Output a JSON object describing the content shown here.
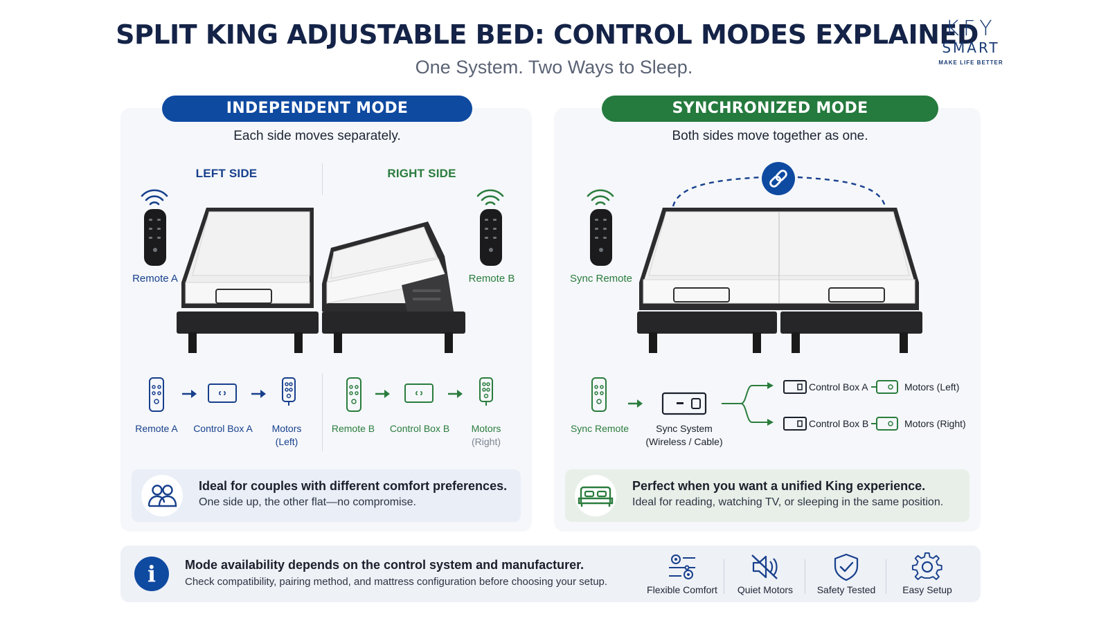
{
  "header": {
    "title": "SPLIT KING ADJUSTABLE BED: CONTROL MODES EXPLAINED",
    "subtitle": "One System. Two Ways to Sleep."
  },
  "logo": {
    "line1": "KFY",
    "line2": "SMART",
    "tagline": "MAKE LIFE BETTER"
  },
  "independent": {
    "title": "INDEPENDENT MODE",
    "description": "Each side moves separately.",
    "left_label": "LEFT SIDE",
    "right_label": "RIGHT SIDE",
    "remote_a": "Remote A",
    "remote_b": "Remote B",
    "flow_left": [
      {
        "label": "Remote A"
      },
      {
        "label": "Control Box A"
      },
      {
        "label": "Motors",
        "sub": "(Left)"
      }
    ],
    "flow_right": [
      {
        "label": "Remote B"
      },
      {
        "label": "Control Box B"
      },
      {
        "label": "Motors",
        "sub": "(Right)"
      }
    ],
    "info_title": "Ideal for couples with different comfort preferences.",
    "info_sub": "One side up, the other flat—no compromise."
  },
  "synchronized": {
    "title": "SYNCHRONIZED MODE",
    "description": "Both sides move together as one.",
    "remote": "Sync Remote",
    "flow": {
      "remote": "Sync Remote",
      "system": "Sync System",
      "system_sub": "(Wireless / Cable)",
      "box_a": "Control Box A",
      "box_b": "Control Box B",
      "motors_left": "Motors (Left)",
      "motors_right": "Motors (Right)"
    },
    "info_title": "Perfect when you want a unified King experience.",
    "info_sub": "Ideal for reading, watching TV, or sleeping in the same position."
  },
  "footer": {
    "title": "Mode availability depends on the control system and manufacturer.",
    "subtitle": "Check compatibility, pairing method, and mattress configuration before choosing your setup.",
    "features": [
      {
        "label": "Flexible Comfort",
        "icon": "sliders-gear-icon"
      },
      {
        "label": "Quiet Motors",
        "icon": "speaker-muted-icon"
      },
      {
        "label": "Safety Tested",
        "icon": "shield-check-icon"
      },
      {
        "label": "Easy Setup",
        "icon": "gear-icon"
      }
    ]
  },
  "colors": {
    "navy": "#142347",
    "blue": "#0f4aa1",
    "green": "#257a3e",
    "panel": "#f5f7fa"
  }
}
